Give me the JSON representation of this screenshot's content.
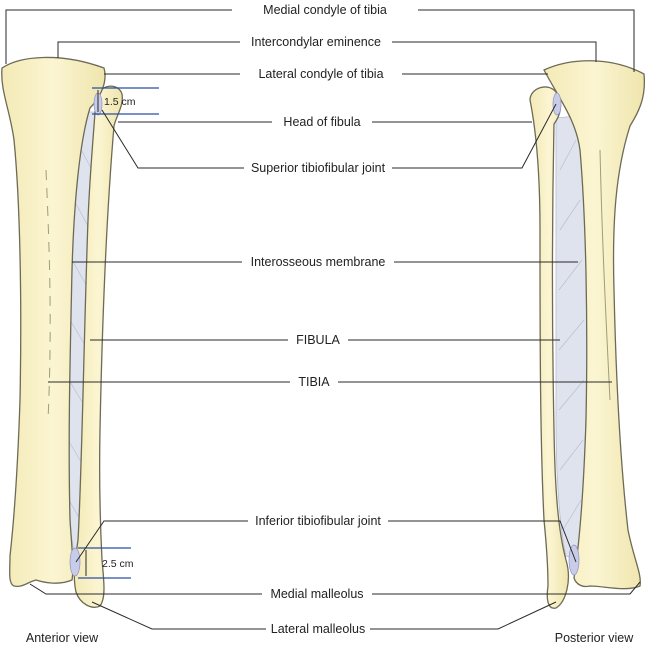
{
  "labels": {
    "medial_condyle": "Medial condyle of tibia",
    "intercondylar_eminence": "Intercondylar eminence",
    "lateral_condyle": "Lateral condyle of tibia",
    "head_of_fibula": "Head of fibula",
    "superior_joint": "Superior tibiofibular joint",
    "interosseous_membrane": "Interosseous membrane",
    "fibula": "FIBULA",
    "tibia": "TIBIA",
    "inferior_joint": "Inferior tibiofibular joint",
    "medial_malleolus": "Medial malleolus",
    "lateral_malleolus": "Lateral malleolus"
  },
  "measurements": {
    "superior": "1.5 cm",
    "inferior": "2.5 cm"
  },
  "views": {
    "anterior": "Anterior view",
    "posterior": "Posterior view"
  },
  "colors": {
    "bone_fill": "#f8f1c4",
    "bone_outline": "#6d6a55",
    "membrane": "#dfe3ee",
    "joint_highlight": "#c9cce8",
    "measure_line": "#2b4fa6"
  }
}
